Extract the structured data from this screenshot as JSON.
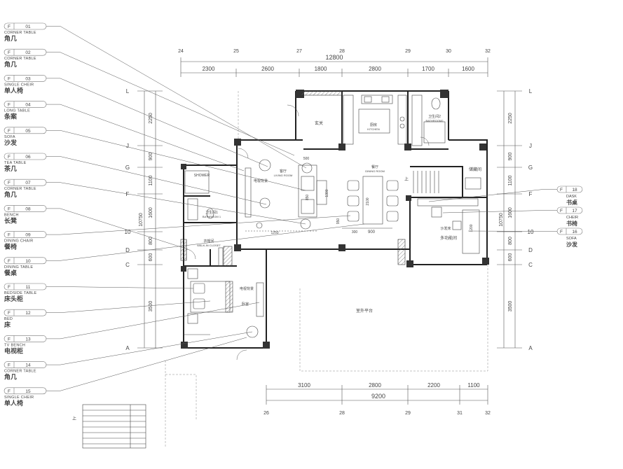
{
  "legend": [
    {
      "code": "F",
      "num": "01",
      "en": "CORNER  TABLE",
      "cn": "角几"
    },
    {
      "code": "F",
      "num": "02",
      "en": "CORNER  TABLE",
      "cn": "角几"
    },
    {
      "code": "F",
      "num": "03",
      "en": "SINGLE CHEIR",
      "cn": "单人椅"
    },
    {
      "code": "F",
      "num": "04",
      "en": "LONG TABLE",
      "cn": "条案"
    },
    {
      "code": "F",
      "num": "05",
      "en": "SOFA",
      "cn": "沙发"
    },
    {
      "code": "F",
      "num": "06",
      "en": "TEA TABLE",
      "cn": "茶几"
    },
    {
      "code": "F",
      "num": "07",
      "en": "CORNER  TABLE",
      "cn": "角几"
    },
    {
      "code": "F",
      "num": "08",
      "en": "BENCH",
      "cn": "长凳"
    },
    {
      "code": "F",
      "num": "09",
      "en": "DINING CHAIR",
      "cn": "餐椅"
    },
    {
      "code": "F",
      "num": "10",
      "en": "DINING TABLE",
      "cn": "餐桌"
    },
    {
      "code": "F",
      "num": "11",
      "en": "BEDSIDE TABLE",
      "cn": "床头柜"
    },
    {
      "code": "F",
      "num": "12",
      "en": "BED",
      "cn": "床"
    },
    {
      "code": "F",
      "num": "13",
      "en": "TV BENCH",
      "cn": "电视柜"
    },
    {
      "code": "F",
      "num": "14",
      "en": "CORNER  TABLE",
      "cn": "角几"
    },
    {
      "code": "F",
      "num": "15",
      "en": "SINGLE CHEIR",
      "cn": "单人椅"
    }
  ],
  "legend_right": [
    {
      "code": "F",
      "num": "18",
      "en": "DASK",
      "cn": "书桌"
    },
    {
      "code": "F",
      "num": "17",
      "en": "CHEIR",
      "cn": "书椅"
    },
    {
      "code": "F",
      "num": "16",
      "en": "SOFA",
      "cn": "沙发"
    }
  ],
  "grid_top": [
    "24",
    "25",
    "27",
    "28",
    "29",
    "30",
    "32"
  ],
  "grid_bottom": [
    "26",
    "28",
    "29",
    "31",
    "32"
  ],
  "grid_rows": [
    "L",
    "J",
    "G",
    "F",
    "10",
    "D",
    "C",
    "A"
  ],
  "dims_top_total": "12800",
  "dims_top": [
    "2300",
    "2600",
    "1800",
    "2800",
    "1700",
    "1600"
  ],
  "dims_bottom_total": "9200",
  "dims_bottom": [
    "3100",
    "2800",
    "2200",
    "1100"
  ],
  "dims_left_total": "10750",
  "dims_left": [
    "2250",
    "900",
    "1100",
    "1600",
    "800",
    "600",
    "3500"
  ],
  "dims_right_total": "10750",
  "dims_right": [
    "2250",
    "900",
    "1100",
    "1600",
    "800",
    "600",
    "3500"
  ],
  "rooms": {
    "foyer": "玄关",
    "kitchen": "厨房",
    "kitchen_en": "KITCHEN",
    "bath2": "卫生间2",
    "bath2_en": "BATHROOM2",
    "living": "客厅",
    "living_en": "LIVING ROOM",
    "dining": "餐厅",
    "dining_en": "DINING ROOM",
    "storage": "储藏间",
    "multi": "多功能间",
    "shower": "SHOWER",
    "bath1": "卫生间1",
    "bath1_en": "BATHROOM 1",
    "closet": "衣帽间",
    "closet_en": "WALK-IN CLOSET",
    "bedroom": "卧室",
    "tv_wall": "电视背景",
    "terrace": "室外平台",
    "up": "上",
    "sofa_bed": "沙发床"
  },
  "dims_misc": [
    "500",
    "850",
    "1300",
    "1250",
    "2100",
    "950",
    "900",
    "1200",
    "300"
  ]
}
